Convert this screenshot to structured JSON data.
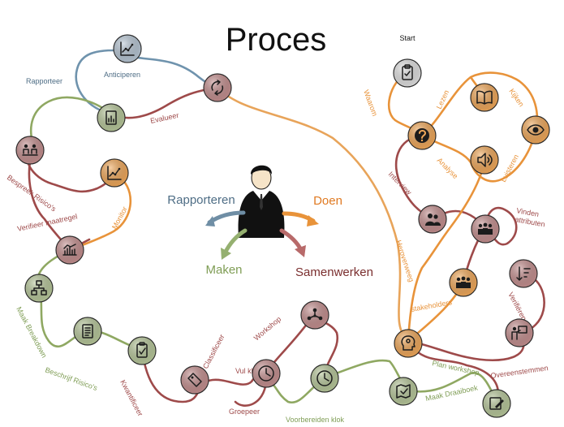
{
  "title": "Proces",
  "colors": {
    "blue": "#6f93ad",
    "orange": "#e8933a",
    "green": "#8fa862",
    "red": "#9e4a4a",
    "node_blue": "#b7c6d4",
    "node_orange": "#f0a85a",
    "node_green": "#b7c79a",
    "node_red": "#c48f8f",
    "node_grey": "#e0e0e0"
  },
  "center": {
    "icon": "businessman-icon",
    "modes": [
      {
        "label": "Rapporteren",
        "color": "#4e6d85"
      },
      {
        "label": "Doen",
        "color": "#e07a22"
      },
      {
        "label": "Maken",
        "color": "#7f9d55"
      },
      {
        "label": "Samenwerken",
        "color": "#7a2e2e"
      }
    ]
  },
  "labels": {
    "start": "Start",
    "rapporteer": "Rapporteer",
    "anticiperen": "Anticiperen",
    "evalueer": "Evalueer",
    "bespreek_risicos": "Bespreek Risico's",
    "verifieer_maatregel": "Verifieer maatregel",
    "monitor": "Monitor",
    "maak_breakdown": "Maak Breakdown",
    "beschrijf_risicos": "Beschrijf Risico's",
    "kwantificeer": "Kwantificeer",
    "classificeer": "Classificeer",
    "groepeer": "Groepeer",
    "workshop": "Workshop",
    "vul_klok": "Vul klok",
    "voorbereiden_klok": "Voorbereiden klok",
    "maak_draaiboek": "Maak Draaiboek",
    "plan_workshop": "Plan workshop",
    "overeenstemmen": "Overeenstemmen",
    "verifieren": "Verifiëren",
    "vinden_attributen": "Vinden\nattributen",
    "stakeholders": "stakeholders",
    "heroverweeg": "Heroverweeg",
    "interview": "Interview",
    "waarom": "Waarom",
    "lezen": "Lezen",
    "kijken": "Kijken",
    "analyse": "Analyse",
    "luisteren": "Luisteren"
  },
  "nodes": [
    {
      "id": "start",
      "icon": "clipboard-icon",
      "color": "#e0e0e0"
    },
    {
      "id": "anticiperen",
      "icon": "chart-icon",
      "color": "#b7c6d4"
    },
    {
      "id": "recycle",
      "icon": "recycle-icon",
      "color": "#c48f8f"
    },
    {
      "id": "rapporteer",
      "icon": "report-icon",
      "color": "#b7c79a"
    },
    {
      "id": "bespreek",
      "icon": "meeting-icon",
      "color": "#c48f8f"
    },
    {
      "id": "monitor",
      "icon": "chart-icon",
      "color": "#f0a85a"
    },
    {
      "id": "verifieer",
      "icon": "bar-chart-icon",
      "color": "#c48f8f"
    },
    {
      "id": "breakdown",
      "icon": "hierarchy-icon",
      "color": "#b7c79a"
    },
    {
      "id": "beschrijf",
      "icon": "document-icon",
      "color": "#b7c79a"
    },
    {
      "id": "kwantificeer",
      "icon": "checklist-icon",
      "color": "#b7c79a"
    },
    {
      "id": "classificeer",
      "icon": "tag-icon",
      "color": "#c48f8f"
    },
    {
      "id": "vulklok",
      "icon": "clock-icon",
      "color": "#c48f8f"
    },
    {
      "id": "workshop",
      "icon": "network-icon",
      "color": "#c48f8f"
    },
    {
      "id": "voorbereiden",
      "icon": "clock-icon",
      "color": "#b7c79a"
    },
    {
      "id": "draaiboek",
      "icon": "map-check-icon",
      "color": "#b7c79a"
    },
    {
      "id": "plan",
      "icon": "write-icon",
      "color": "#b7c79a"
    },
    {
      "id": "head",
      "icon": "head-icon",
      "color": "#f0a85a"
    },
    {
      "id": "waarom",
      "icon": "question-icon",
      "color": "#f0a85a"
    },
    {
      "id": "lezen",
      "icon": "book-icon",
      "color": "#f0a85a"
    },
    {
      "id": "kijken",
      "icon": "eye-icon",
      "color": "#f0a85a"
    },
    {
      "id": "luisteren",
      "icon": "speaker-icon",
      "color": "#f0a85a"
    },
    {
      "id": "interview",
      "icon": "people-icon",
      "color": "#c48f8f"
    },
    {
      "id": "vinden",
      "icon": "group-icon",
      "color": "#c48f8f"
    },
    {
      "id": "stakeholders",
      "icon": "group-icon",
      "color": "#f0a85a"
    },
    {
      "id": "verifieren",
      "icon": "sort-icon",
      "color": "#c48f8f"
    },
    {
      "id": "overeenstemmen",
      "icon": "presenter-icon",
      "color": "#c48f8f"
    }
  ]
}
